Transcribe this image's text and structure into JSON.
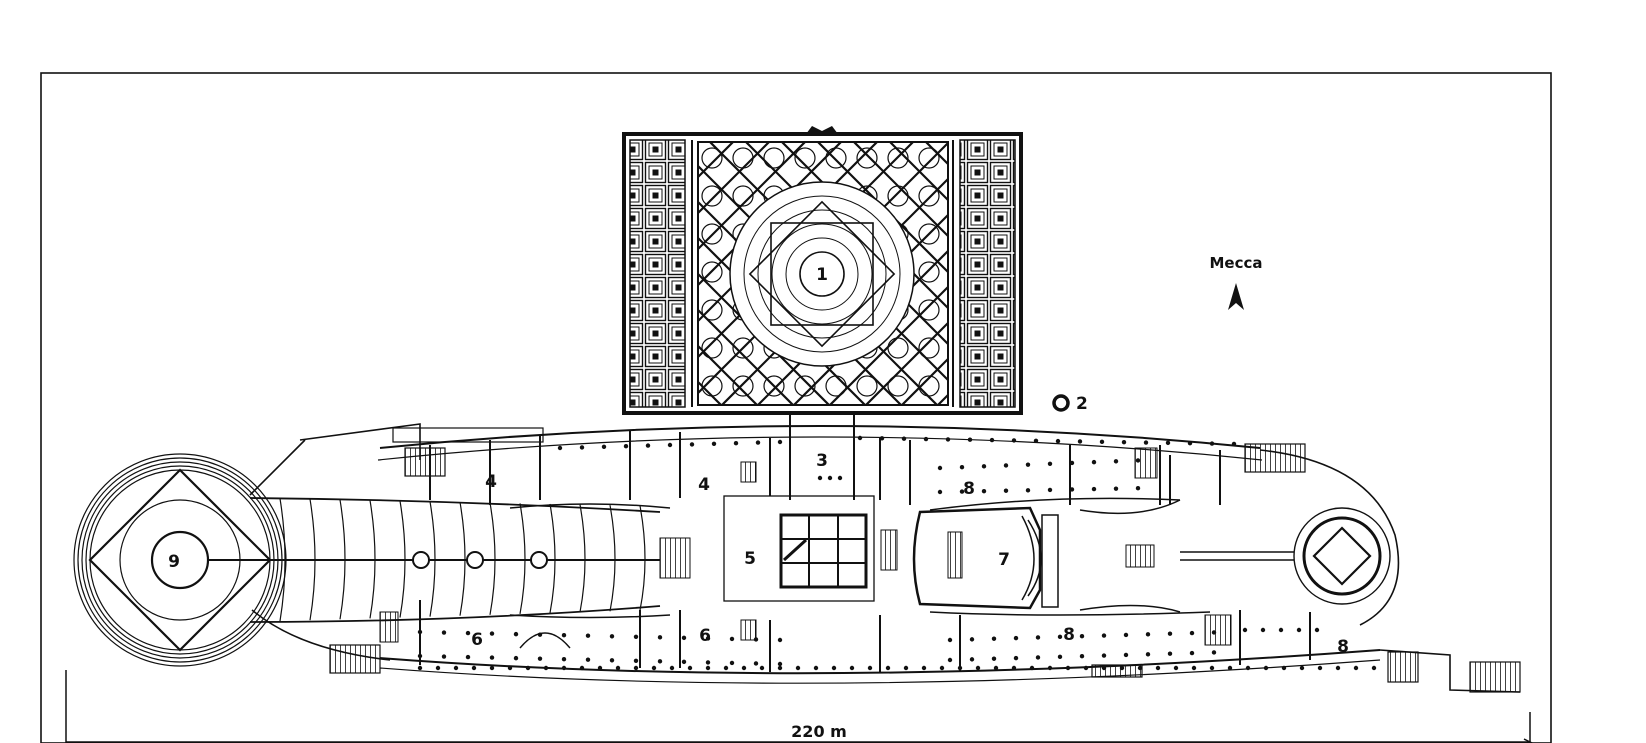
{
  "diagram": {
    "ink": "#111111",
    "paper": "#ffffff",
    "labels": {
      "n1": "1",
      "n2": "2",
      "n3": "3",
      "n4a": "4",
      "n4b": "4",
      "n5": "5",
      "n6a": "6",
      "n6b": "6",
      "n7": "7",
      "n8a": "8",
      "n8b": "8",
      "n8c": "8",
      "n9": "9"
    },
    "north_arrow": {
      "label": "Mecca",
      "icon": "north-arrow-icon"
    },
    "scale": {
      "label": "220 m"
    }
  }
}
